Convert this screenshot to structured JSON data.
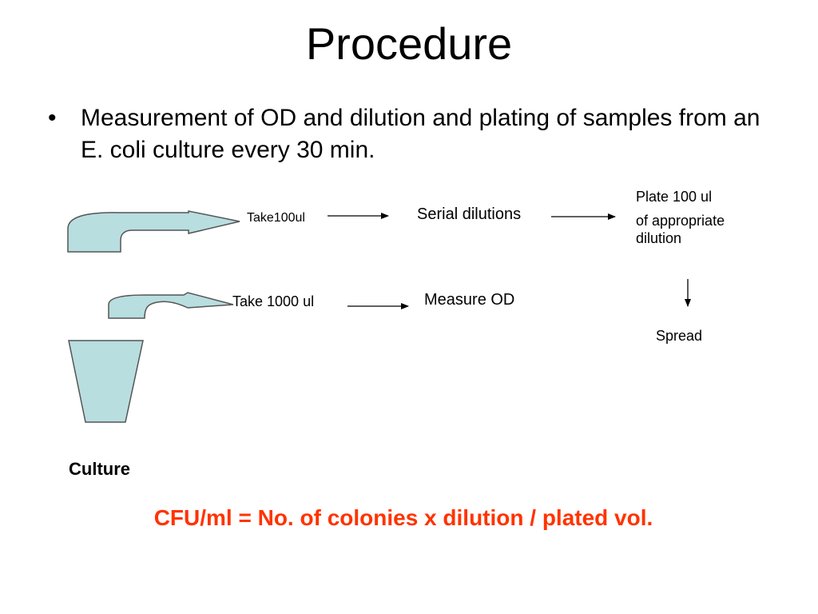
{
  "slide": {
    "title": "Procedure",
    "bullet_marker": "•",
    "bullet": "Measurement of OD and dilution and plating of samples from an E. coli culture every 30 min."
  },
  "diagram": {
    "fill_color": "#b8dee0",
    "take_100": "Take100ul",
    "serial_dilutions": "Serial dilutions",
    "plate": [
      "Plate 100 ul",
      "of appropriate",
      "dilution"
    ],
    "take_1000": "Take 1000 ul",
    "measure_od": "Measure OD",
    "spread": "Spread",
    "culture": "Culture"
  },
  "formula": {
    "text": "CFU/ml = No. of colonies x dilution / plated vol.",
    "color": "#ff3300"
  }
}
